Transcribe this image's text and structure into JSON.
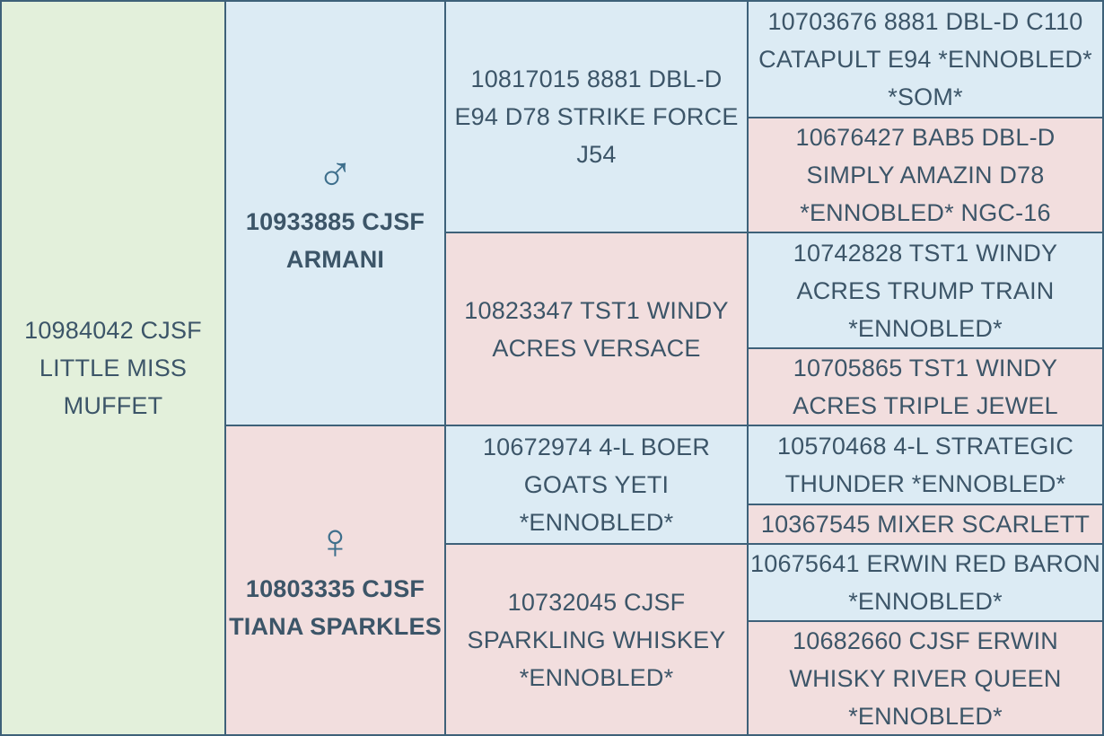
{
  "pedigree": {
    "subject": {
      "name": "10984042 CJSF LITTLE MISS MUFFET"
    },
    "sire": {
      "symbol": "♂",
      "name": "10933885 CJSF ARMANI"
    },
    "dam": {
      "symbol": "♀",
      "name": "10803335 CJSF TIANA SPARKLES"
    },
    "sire_sire": {
      "name": "10817015 8881 DBL-D E94 D78 STRIKE FORCE J54"
    },
    "sire_dam": {
      "name": "10823347 TST1 WINDY ACRES VERSACE"
    },
    "dam_sire": {
      "name": "10672974 4-L BOER GOATS YETI *ENNOBLED*"
    },
    "dam_dam": {
      "name": "10732045 CJSF SPARKLING WHISKEY *ENNOBLED*"
    },
    "sire_sire_sire": {
      "name": "10703676 8881 DBL-D C110 CATAPULT E94 *ENNOBLED* *SOM*"
    },
    "sire_sire_dam": {
      "name": "10676427 BAB5 DBL-D SIMPLY AMAZIN D78 *ENNOBLED* NGC-16"
    },
    "sire_dam_sire": {
      "name": "10742828 TST1 WINDY ACRES TRUMP TRAIN *ENNOBLED*"
    },
    "sire_dam_dam": {
      "name": "10705865 TST1 WINDY ACRES TRIPLE JEWEL"
    },
    "dam_sire_sire": {
      "name": "10570468 4-L STRATEGIC THUNDER *ENNOBLED*"
    },
    "dam_sire_dam": {
      "name": "10367545 MIXER SCARLETT"
    },
    "dam_dam_sire": {
      "name": "10675641 ERWIN RED BARON *ENNOBLED*"
    },
    "dam_dam_dam": {
      "name": "10682660 CJSF ERWIN WHISKY RIVER QUEEN *ENNOBLED*"
    }
  },
  "colors": {
    "subject_bg": "#e3f0db",
    "male_bg": "#dcebf4",
    "female_bg": "#f2dede",
    "border": "#3e6179",
    "text": "#3c5568",
    "symbol": "#3e6f8c"
  }
}
